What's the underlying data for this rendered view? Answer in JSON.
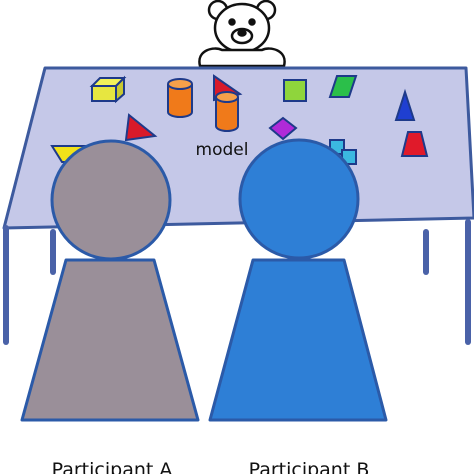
{
  "labels": {
    "model": "model",
    "participant_a": "Participant A",
    "participant_b": "Participant B"
  },
  "colors": {
    "table_top": "#c5c8e8",
    "table_edge": "#3d5a9e",
    "participant_a": "#9a8f99",
    "participant_b": "#2e7fd6",
    "participant_outline": "#2b5aa8"
  },
  "icons": {
    "teddy": "teddy-bear-icon"
  }
}
